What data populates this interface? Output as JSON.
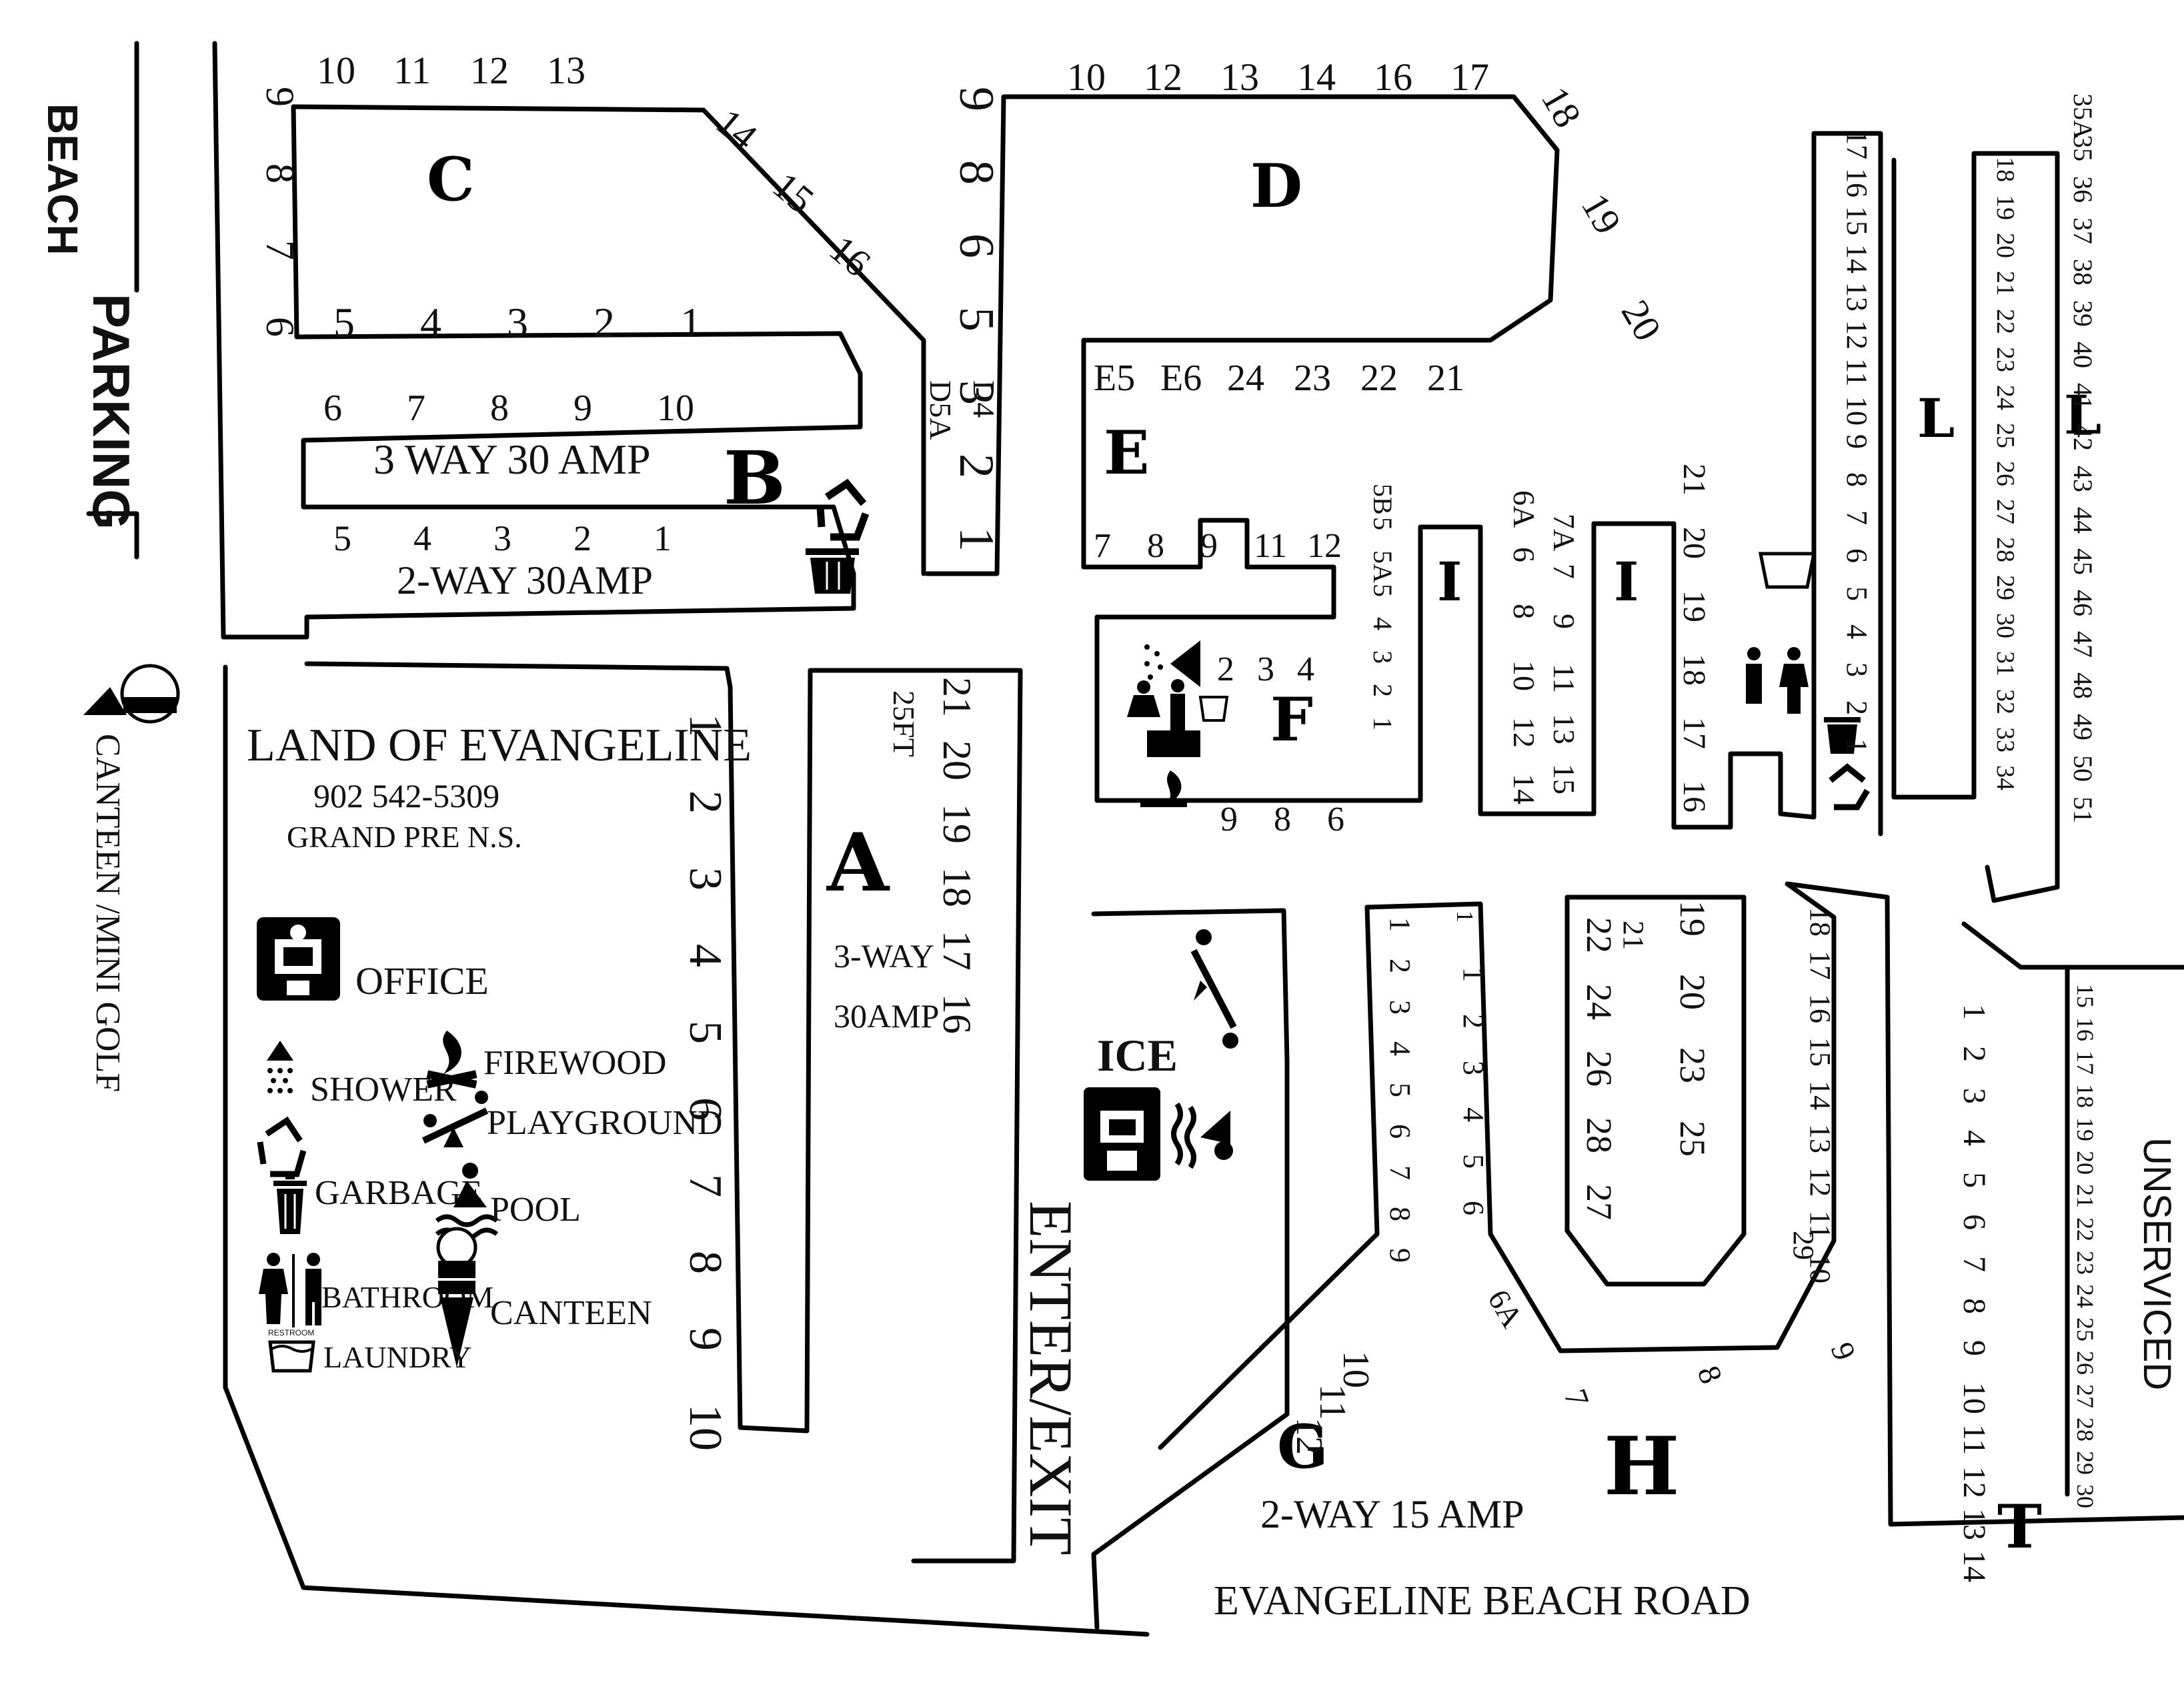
{
  "map": {
    "labels": {
      "beach": "BEACH",
      "parking": "PARKING",
      "canteen_mini_golf": "CANTEEN /MINI GOLF",
      "enter_exit": "ENTER/EXIT",
      "road": "EVANGELINE BEACH ROAD",
      "unserviced": "UNSERVICED",
      "ice": "ICE",
      "b_top": "3 WAY 30 AMP",
      "b_bottom": "2-WAY 30AMP",
      "a_amp_1": "3-WAY",
      "a_amp_2": "30AMP",
      "a_25ft": "25FT",
      "g_amp": "2-WAY  15 AMP"
    },
    "info": {
      "name": "LAND OF EVANGELINE",
      "phone": "902 542-5309",
      "location": "GRAND PRE N.S."
    },
    "legend": {
      "office": "OFFICE",
      "shower": "SHOWER",
      "firewood": "FIREWOOD",
      "playground": "PLAYGROUND",
      "recycle": "",
      "garbage": "GARBAGE",
      "pool": "POOL",
      "bathroom": "BATHROOM",
      "restroom": "RESTROOM",
      "canteen": "CANTEEN",
      "laundry": "LAUNDRY"
    },
    "sections": {
      "A": "A",
      "B": "B",
      "C": "C",
      "D": "D",
      "E": "E",
      "F": "F",
      "G": "G",
      "H": "H",
      "I1": "I",
      "I2": "I",
      "L1": "L",
      "L2": "L",
      "T": "T"
    },
    "sites": {
      "c_left": [
        "9",
        "8",
        "7",
        "6"
      ],
      "c_top": [
        "10",
        "11",
        "12",
        "13"
      ],
      "c_diag": [
        "14",
        "15",
        "16"
      ],
      "c_bottom": [
        "5",
        "4",
        "3",
        "2",
        "1"
      ],
      "b_top": [
        "6",
        "7",
        "8",
        "9",
        "10"
      ],
      "b_bottom": [
        "5",
        "4",
        "3",
        "2",
        "1"
      ],
      "d_left": [
        "9",
        "8",
        "6",
        "5",
        "3",
        "2",
        "1"
      ],
      "d_extra": [
        "D5A",
        "D4"
      ],
      "d_top": [
        "10",
        "12",
        "13",
        "14",
        "16",
        "17"
      ],
      "d_corner": [
        "18",
        "19",
        "20"
      ],
      "e_top": [
        "E5",
        "E6",
        "24",
        "23",
        "22",
        "21"
      ],
      "e_bottom": [
        "7",
        "8",
        "9",
        "11",
        "12"
      ],
      "f_inner": [
        "2",
        "3",
        "4"
      ],
      "f_bottom": [
        "9",
        "8",
        "6"
      ],
      "f_right": [
        "5B",
        "5",
        "5A",
        "5",
        "4",
        "3",
        "2",
        "1"
      ],
      "i1_left": [
        "6A",
        "6",
        "8",
        "10",
        "12",
        "14"
      ],
      "i1_right": [
        "7A",
        "7",
        "9",
        "11",
        "13",
        "15"
      ],
      "i2_left": [
        "21",
        "20",
        "19",
        "18",
        "17",
        "16"
      ],
      "a_left": [
        "1",
        "2",
        "3",
        "4",
        "5",
        "6",
        "7",
        "8",
        "9",
        "10"
      ],
      "a_right": [
        "21",
        "20",
        "19",
        "18",
        "17",
        "16"
      ],
      "l_left_col": [
        "17",
        "16",
        "15",
        "14",
        "13",
        "12",
        "11",
        "10",
        "9",
        "8",
        "7",
        "6",
        "5",
        "4",
        "3",
        "2",
        "1"
      ],
      "l_mid_col": [
        "18",
        "19",
        "20",
        "21",
        "22",
        "23",
        "24",
        "25",
        "26",
        "27",
        "28",
        "29",
        "30",
        "31",
        "32",
        "33",
        "34"
      ],
      "l_right_col": [
        "35A",
        "35",
        "36",
        "37",
        "38",
        "39",
        "40",
        "41",
        "42",
        "43",
        "44",
        "45",
        "46",
        "47",
        "48",
        "49",
        "50",
        "51"
      ],
      "g_left": [
        "1",
        "2",
        "3",
        "4",
        "5",
        "6",
        "7",
        "8",
        "9"
      ],
      "g_left_outer": [
        "1"
      ],
      "g_right": [
        "1",
        "2",
        "3",
        "4",
        "5",
        "6"
      ],
      "g_diag": [
        "10",
        "11",
        "12"
      ],
      "g_6a": [
        "6A"
      ],
      "h_left": [
        "22",
        "24",
        "26",
        "28",
        "27"
      ],
      "h_right": [
        "19",
        "20",
        "23",
        "25"
      ],
      "h_top": [
        "21"
      ],
      "h_29": [
        "29"
      ],
      "h_bottom": [
        "7",
        "8",
        "9"
      ],
      "h_outer": [
        "18",
        "17",
        "16",
        "15",
        "14",
        "13",
        "12",
        "11",
        "10"
      ],
      "t_left": [
        "1",
        "2",
        "3",
        "4",
        "5",
        "6",
        "7",
        "8",
        "9",
        "10",
        "11",
        "12",
        "13",
        "14"
      ],
      "t_right": [
        "15",
        "16",
        "17",
        "18",
        "19",
        "20",
        "21",
        "22",
        "23",
        "24",
        "25",
        "26",
        "27",
        "28",
        "29",
        "30"
      ]
    }
  }
}
